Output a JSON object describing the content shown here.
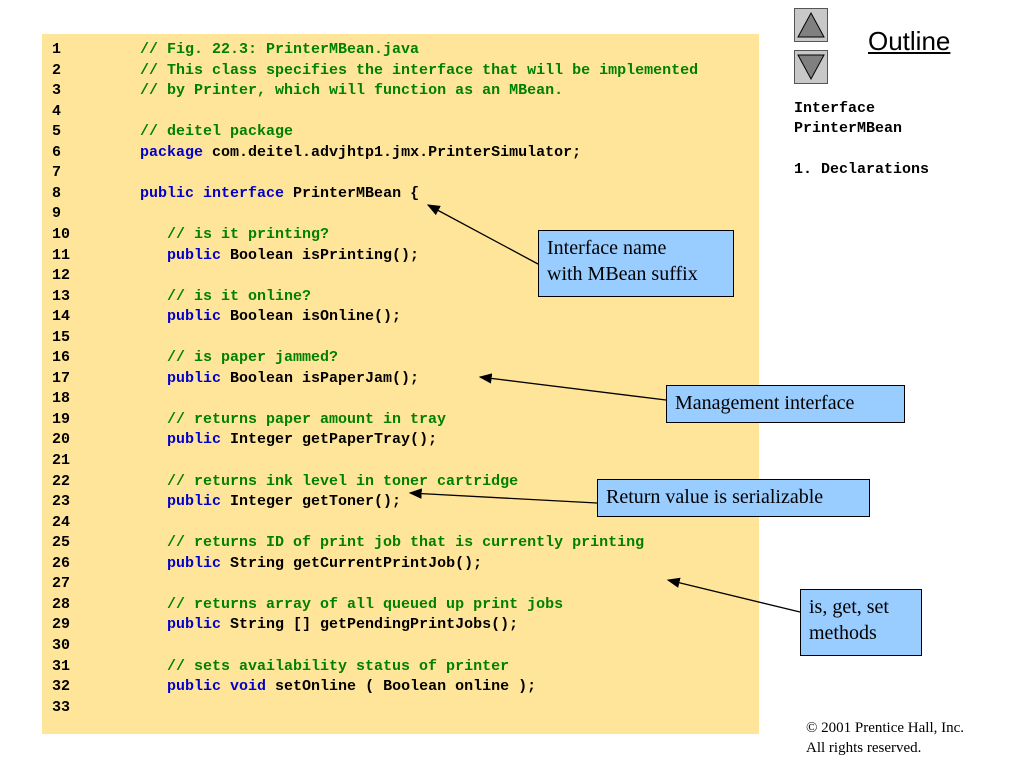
{
  "outline": {
    "title": "Outline",
    "side_items": [
      "Interface",
      "PrinterMBean",
      "1. Declarations"
    ]
  },
  "code": [
    {
      "n": "1",
      "segs": [
        {
          "t": "    "
        },
        {
          "c": "cm",
          "t": "// Fig. 22.3: PrinterMBean.java"
        }
      ]
    },
    {
      "n": "2",
      "segs": [
        {
          "t": "    "
        },
        {
          "c": "cm",
          "t": "// This class specifies the interface that will be implemented"
        }
      ]
    },
    {
      "n": "3",
      "segs": [
        {
          "t": "    "
        },
        {
          "c": "cm",
          "t": "// by Printer, which will function as an MBean."
        }
      ]
    },
    {
      "n": "4",
      "segs": []
    },
    {
      "n": "5",
      "segs": [
        {
          "t": "    "
        },
        {
          "c": "cm",
          "t": "// deitel package"
        }
      ]
    },
    {
      "n": "6",
      "segs": [
        {
          "t": "    "
        },
        {
          "c": "kw",
          "t": "package"
        },
        {
          "t": " com.deitel.advjhtp1.jmx.PrinterSimulator;"
        }
      ]
    },
    {
      "n": "7",
      "segs": []
    },
    {
      "n": "8",
      "segs": [
        {
          "t": "    "
        },
        {
          "c": "kw",
          "t": "public interface"
        },
        {
          "t": " PrinterMBean {"
        }
      ]
    },
    {
      "n": "9",
      "segs": []
    },
    {
      "n": "10",
      "segs": [
        {
          "t": "       "
        },
        {
          "c": "cm",
          "t": "// is it printing?"
        }
      ]
    },
    {
      "n": "11",
      "segs": [
        {
          "t": "       "
        },
        {
          "c": "kw",
          "t": "public"
        },
        {
          "t": " Boolean isPrinting();"
        }
      ]
    },
    {
      "n": "12",
      "segs": []
    },
    {
      "n": "13",
      "segs": [
        {
          "t": "       "
        },
        {
          "c": "cm",
          "t": "// is it online?"
        }
      ]
    },
    {
      "n": "14",
      "segs": [
        {
          "t": "       "
        },
        {
          "c": "kw",
          "t": "public"
        },
        {
          "t": " Boolean isOnline();"
        }
      ]
    },
    {
      "n": "15",
      "segs": []
    },
    {
      "n": "16",
      "segs": [
        {
          "t": "       "
        },
        {
          "c": "cm",
          "t": "// is paper jammed?"
        }
      ]
    },
    {
      "n": "17",
      "segs": [
        {
          "t": "       "
        },
        {
          "c": "kw",
          "t": "public"
        },
        {
          "t": " Boolean isPaperJam();"
        }
      ]
    },
    {
      "n": "18",
      "segs": []
    },
    {
      "n": "19",
      "segs": [
        {
          "t": "       "
        },
        {
          "c": "cm",
          "t": "// returns paper amount in tray"
        }
      ]
    },
    {
      "n": "20",
      "segs": [
        {
          "t": "       "
        },
        {
          "c": "kw",
          "t": "public"
        },
        {
          "t": " Integer getPaperTray();"
        }
      ]
    },
    {
      "n": "21",
      "segs": []
    },
    {
      "n": "22",
      "segs": [
        {
          "t": "       "
        },
        {
          "c": "cm",
          "t": "// returns ink level in toner cartridge"
        }
      ]
    },
    {
      "n": "23",
      "segs": [
        {
          "t": "       "
        },
        {
          "c": "kw",
          "t": "public"
        },
        {
          "t": " Integer getToner();"
        }
      ]
    },
    {
      "n": "24",
      "segs": []
    },
    {
      "n": "25",
      "segs": [
        {
          "t": "       "
        },
        {
          "c": "cm",
          "t": "// returns ID of print job that is currently printing"
        }
      ]
    },
    {
      "n": "26",
      "segs": [
        {
          "t": "       "
        },
        {
          "c": "kw",
          "t": "public"
        },
        {
          "t": " String getCurrentPrintJob();"
        }
      ]
    },
    {
      "n": "27",
      "segs": []
    },
    {
      "n": "28",
      "segs": [
        {
          "t": "       "
        },
        {
          "c": "cm",
          "t": "// returns array of all queued up print jobs"
        }
      ]
    },
    {
      "n": "29",
      "segs": [
        {
          "t": "       "
        },
        {
          "c": "kw",
          "t": "public"
        },
        {
          "t": " String [] getPendingPrintJobs();"
        }
      ]
    },
    {
      "n": "30",
      "segs": []
    },
    {
      "n": "31",
      "segs": [
        {
          "t": "       "
        },
        {
          "c": "cm",
          "t": "// sets availability status of printer"
        }
      ]
    },
    {
      "n": "32",
      "segs": [
        {
          "t": "       "
        },
        {
          "c": "kw",
          "t": "public void"
        },
        {
          "t": " setOnline ( Boolean online );"
        }
      ]
    },
    {
      "n": "33",
      "segs": []
    }
  ],
  "callouts": {
    "interface_name": [
      "Interface name",
      "with MBean suffix"
    ],
    "management": "Management interface",
    "return_value": "Return value is serializable",
    "methods": [
      "is, get, set",
      "methods"
    ]
  },
  "footer": {
    "copyright_line1": "© 2001 Prentice Hall, Inc.",
    "copyright_line2": "All rights reserved."
  },
  "colors": {
    "code_background": "#ffe599",
    "comment": "#008000",
    "keyword": "#0000cc",
    "callout_background": "#99ccff"
  },
  "icons": [
    "triangle-up-icon",
    "triangle-down-icon"
  ]
}
